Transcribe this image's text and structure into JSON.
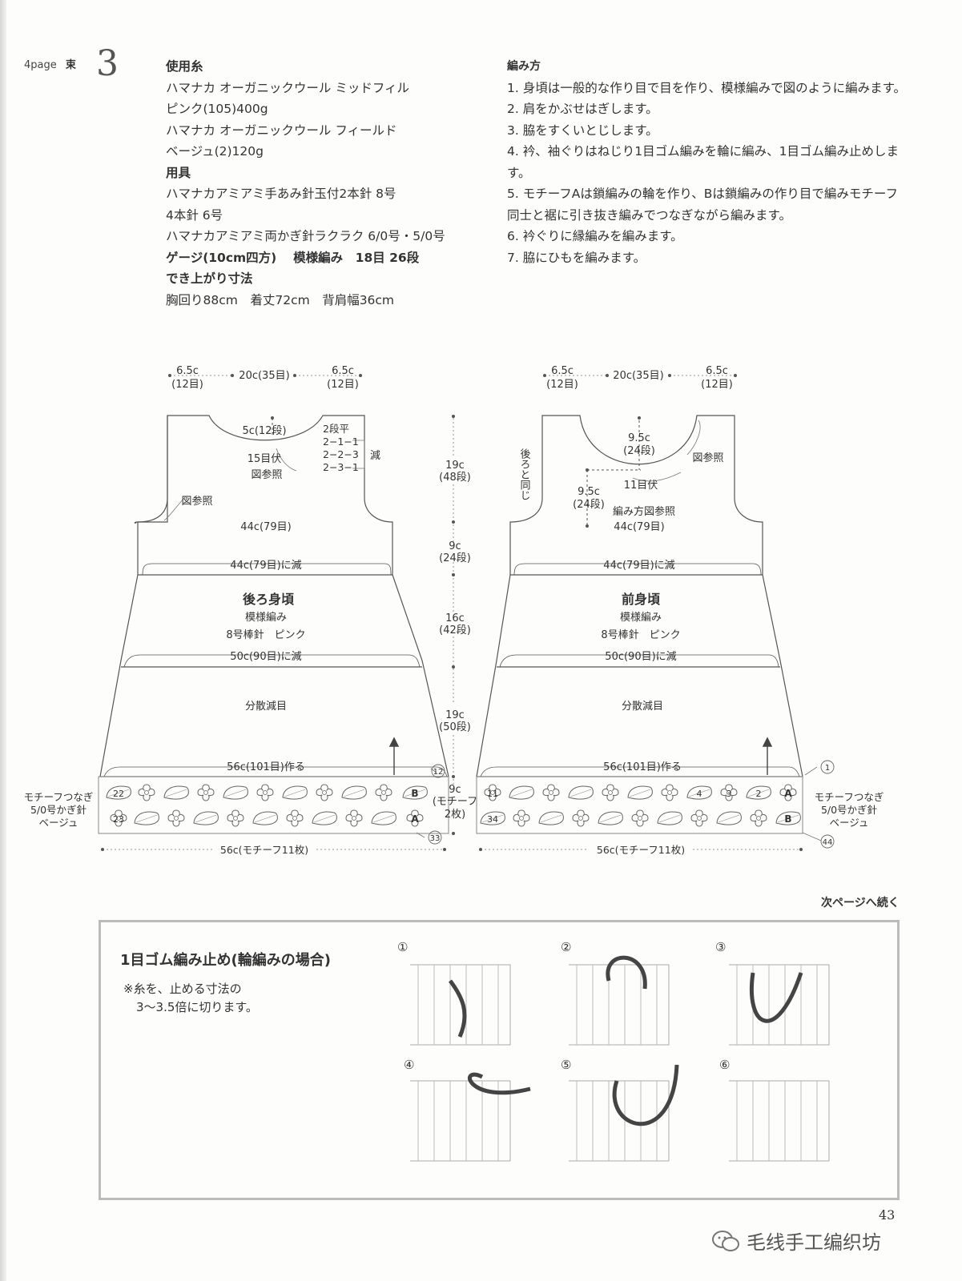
{
  "header": {
    "page": "4page",
    "mark": "束",
    "number": "3"
  },
  "materials": [
    {
      "text": "使用糸",
      "bold": true
    },
    {
      "text": "ハマナカ オーガニックウール ミッドフィル"
    },
    {
      "text": "ピンク(105)400g"
    },
    {
      "text": "ハマナカ オーガニックウール フィールド"
    },
    {
      "text": "ベージュ(2)120g"
    },
    {
      "text": "用具",
      "bold": true
    },
    {
      "text": "ハマナカアミアミ手あみ針玉付2本針 8号"
    },
    {
      "text": "4本針 6号"
    },
    {
      "text": "ハマナカアミアミ両かぎ針ラクラク 6/0号・5/0号"
    },
    {
      "text": "ゲージ(10cm四方)　 模様編み　18目 26段",
      "bold": true
    },
    {
      "text": "でき上がり寸法",
      "bold": true
    },
    {
      "text": "胸回り88cm　着丈72cm　背肩幅36cm"
    }
  ],
  "steps": {
    "heading": "編み方",
    "items": [
      "1. 身頃は一般的な作り目で目を作り、模様編みで図のように編みます。",
      "2. 肩をかぶせはぎします。",
      "3. 脇をすくいとじします。",
      "4. 衿、袖ぐりはねじり1目ゴム編みを輪に編み、1目ゴム編み止めします。",
      "5. モチーフAは鎖編みの輪を作り、Bは鎖編みの作り目で編みモチーフ同士と裾に引き抜き編みでつなぎながら編みます。",
      "6. 衿ぐりに縁編みを編みます。",
      "7. 脇にひもを編みます。"
    ]
  },
  "diagram": {
    "back": {
      "title": "後ろ身頃",
      "pattern": "模様編み",
      "needle": "8号棒針　ピンク",
      "top_side_cm": "6.5c",
      "top_side_st": "(12目)",
      "top_mid": "20c(35目)",
      "neck_depth": "5c(12段)",
      "neck_rows": [
        "2段平",
        "2−1−1",
        "2−2−3",
        "2−3−1"
      ],
      "neck_dec": "減",
      "neck_bind": "15目伏",
      "see_fig": "図参照",
      "armhole_ref": "図参照",
      "chest": "44c(79目)",
      "dec1": "44c(79目)に減",
      "dec2": "50c(90目)に減",
      "scatter": "分散減目",
      "cast_on": "56c(101目)作る"
    },
    "front": {
      "title": "前身頃",
      "pattern": "模様編み",
      "needle": "8号棒針　ピンク",
      "top_side_cm": "6.5c",
      "top_side_st": "(12目)",
      "top_mid": "20c(35目)",
      "same_as_back": "後ろと同じ",
      "neck_depth": "9.5c",
      "neck_depth_rows": "(24段)",
      "see_fig": "図参照",
      "neck_bind": "11目伏",
      "side_depth": "9.5c",
      "side_rows": "(24段)",
      "knit_ref": "編み方図参照",
      "chest": "44c(79目)",
      "dec1": "44c(79目)に減",
      "dec2": "50c(90目)に減",
      "scatter": "分散減目",
      "cast_on": "56c(101目)作る"
    },
    "center_dims": [
      {
        "cm": "19c",
        "rows": "(48段)"
      },
      {
        "cm": "9c",
        "rows": "(24段)"
      },
      {
        "cm": "16c",
        "rows": "(42段)"
      },
      {
        "cm": "19c",
        "rows": "(50段)"
      },
      {
        "cm": "9c",
        "rows": "(モチーフ",
        "extra": "2枚)"
      }
    ],
    "motif_label": [
      "モチーフつなぎ",
      "5/0号かぎ針",
      "ベージュ"
    ],
    "motif_width": "56c(モチーフ11枚)",
    "back_motif_nums": [
      "22",
      "23",
      "12",
      "33"
    ],
    "back_motif_letters": [
      "B",
      "A"
    ],
    "front_motif_nums": [
      "11",
      "34",
      "4",
      "3",
      "2",
      "1",
      "44"
    ],
    "front_motif_letters": [
      "A",
      "B"
    ]
  },
  "continue_next": "次ページへ続く",
  "finishing": {
    "title": "1目ゴム編み止め(輪編みの場合)",
    "note": [
      "※糸を、止める寸法の",
      "3〜3.5倍に切ります。"
    ],
    "step_nums": [
      "①",
      "②",
      "③",
      "④",
      "⑤",
      "⑥"
    ]
  },
  "page_number": "43",
  "watermark": "毛线手工编织坊"
}
